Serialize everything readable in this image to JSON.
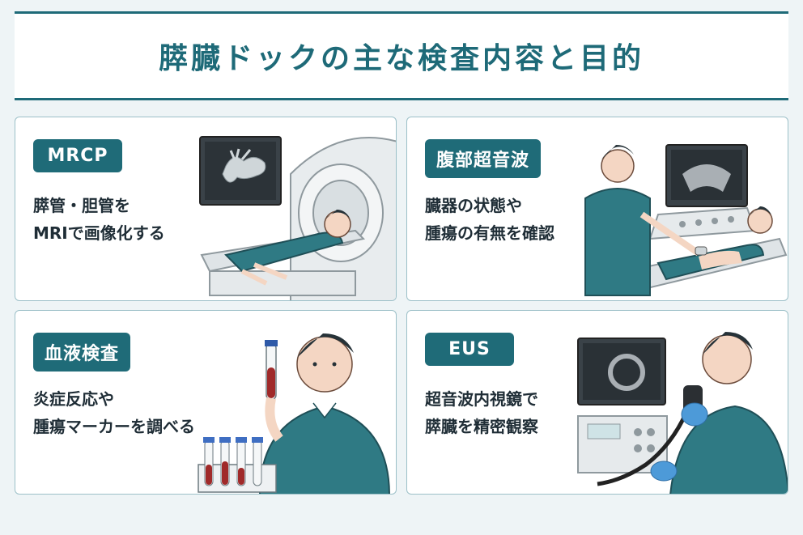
{
  "title": "膵臓ドックの主な検査内容と目的",
  "cards": [
    {
      "badge": "MRCP",
      "lines": [
        "膵管・胆管を",
        "MRIで画像化する"
      ]
    },
    {
      "badge": "腹部超音波",
      "lines": [
        "臓器の状態や",
        "腫瘍の有無を確認"
      ]
    },
    {
      "badge": "血液検査",
      "lines": [
        "炎症反応や",
        "腫瘍マーカーを調べる"
      ]
    },
    {
      "badge": "EUS",
      "lines": [
        "超音波内視鏡で",
        "膵臓を精密観察"
      ]
    }
  ],
  "colors": {
    "accent": "#1e6a78",
    "badge": "#1f6b78",
    "card_border": "#9cc0c8",
    "background": "#eef4f6"
  }
}
